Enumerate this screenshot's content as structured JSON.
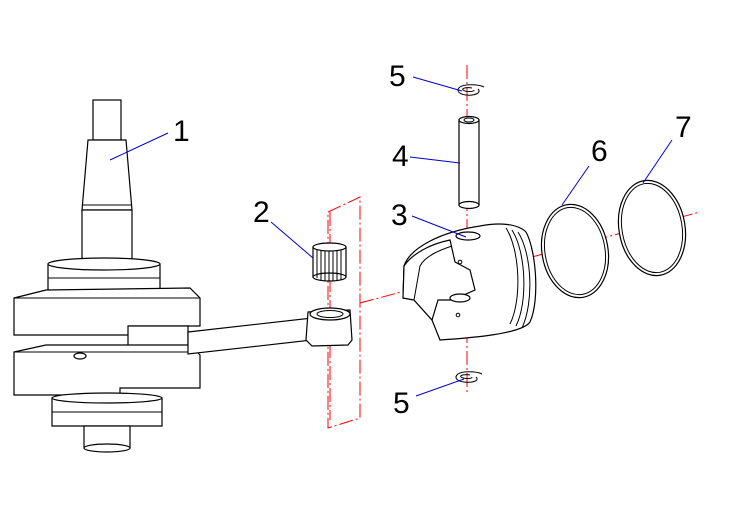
{
  "diagram": {
    "callouts": [
      {
        "id": "1",
        "label": "1"
      },
      {
        "id": "2",
        "label": "2"
      },
      {
        "id": "3",
        "label": "3"
      },
      {
        "id": "4",
        "label": "4"
      },
      {
        "id": "5a",
        "label": "5"
      },
      {
        "id": "5b",
        "label": "5"
      },
      {
        "id": "6",
        "label": "6"
      },
      {
        "id": "7",
        "label": "7"
      }
    ],
    "colors": {
      "line": "#000000",
      "axis": "#ff0000",
      "leader": "#0000cc",
      "background": "#ffffff"
    }
  }
}
